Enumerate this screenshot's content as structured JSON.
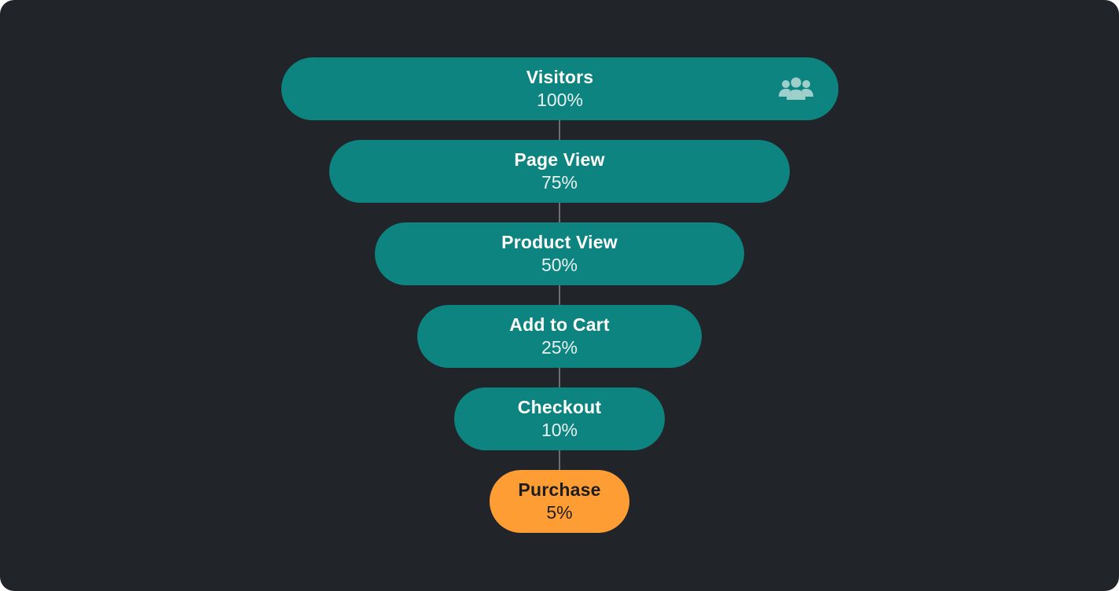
{
  "funnel": {
    "stages": [
      {
        "label": "Visitors",
        "percent": "100%",
        "value": 100,
        "icon": "users-group-icon"
      },
      {
        "label": "Page View",
        "percent": "75%",
        "value": 75
      },
      {
        "label": "Product View",
        "percent": "50%",
        "value": 50
      },
      {
        "label": "Add to Cart",
        "percent": "25%",
        "value": 25
      },
      {
        "label": "Checkout",
        "percent": "10%",
        "value": 10
      },
      {
        "label": "Purchase",
        "percent": "5%",
        "value": 5
      }
    ]
  },
  "colors": {
    "background": "#212429",
    "stage": "#0e8480",
    "highlight": "#ff9d35",
    "connector": "#6b6f75",
    "icon": "#9fcfcb"
  }
}
